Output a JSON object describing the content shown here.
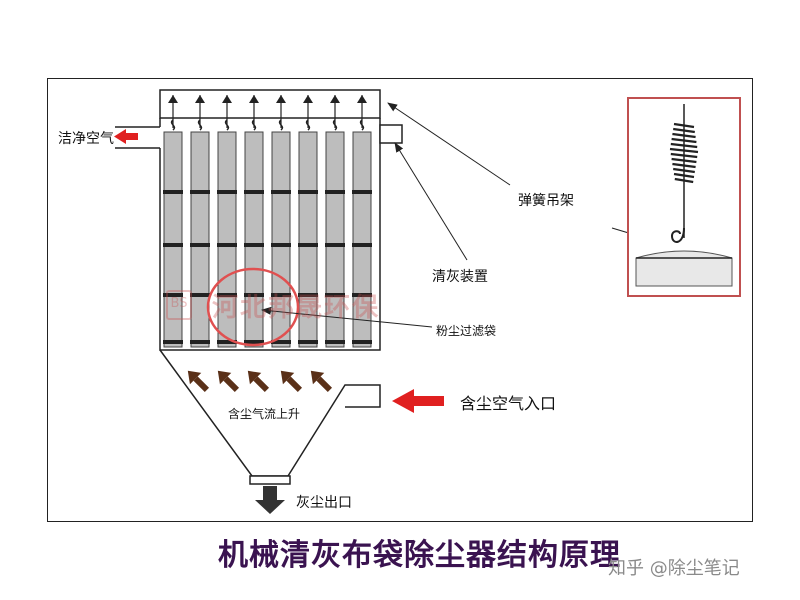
{
  "labels": {
    "clean_air": "洁净空气",
    "spring_hanger": "弹簧吊架",
    "cleaning_device": "清灰装置",
    "dust_bag": "粉尘过滤袋",
    "dusty_air_inlet": "含尘空气入口",
    "airflow_up": "含尘气流上升",
    "ash_outlet": "灰尘出口"
  },
  "watermark": "河北邦晟环保",
  "watermark_mark": "BS",
  "title": "机械清灰布袋除尘器结构原理",
  "credit": "知乎 @除尘笔记",
  "colors": {
    "arrow_red": "#e02020",
    "airflow_brown": "#5a3018",
    "title_purple": "#3a1350",
    "bag_gray": "#bdbdbd",
    "highlight_red": "#e05050"
  }
}
